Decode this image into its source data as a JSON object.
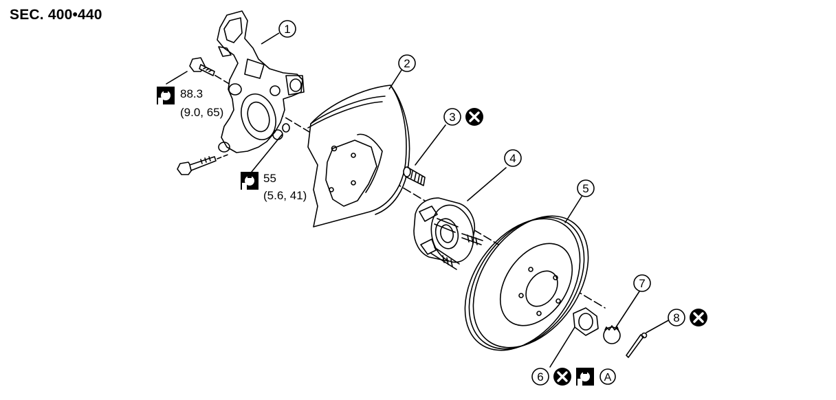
{
  "section_code": "SEC. 400•440",
  "callouts": [
    {
      "id": "1",
      "label": "1"
    },
    {
      "id": "2",
      "label": "2"
    },
    {
      "id": "3",
      "label": "3"
    },
    {
      "id": "4",
      "label": "4"
    },
    {
      "id": "5",
      "label": "5"
    },
    {
      "id": "6",
      "label": "6"
    },
    {
      "id": "7",
      "label": "7"
    },
    {
      "id": "8",
      "label": "8"
    }
  ],
  "torque_specs": [
    {
      "value": "88.3",
      "alt_units": "(9.0, 65)"
    },
    {
      "value": "55",
      "alt_units": "(5.6, 41)"
    }
  ],
  "reference_marker": "A",
  "icons": {
    "replace": "x-circle-icon",
    "torque": "torque-wrench-icon"
  }
}
